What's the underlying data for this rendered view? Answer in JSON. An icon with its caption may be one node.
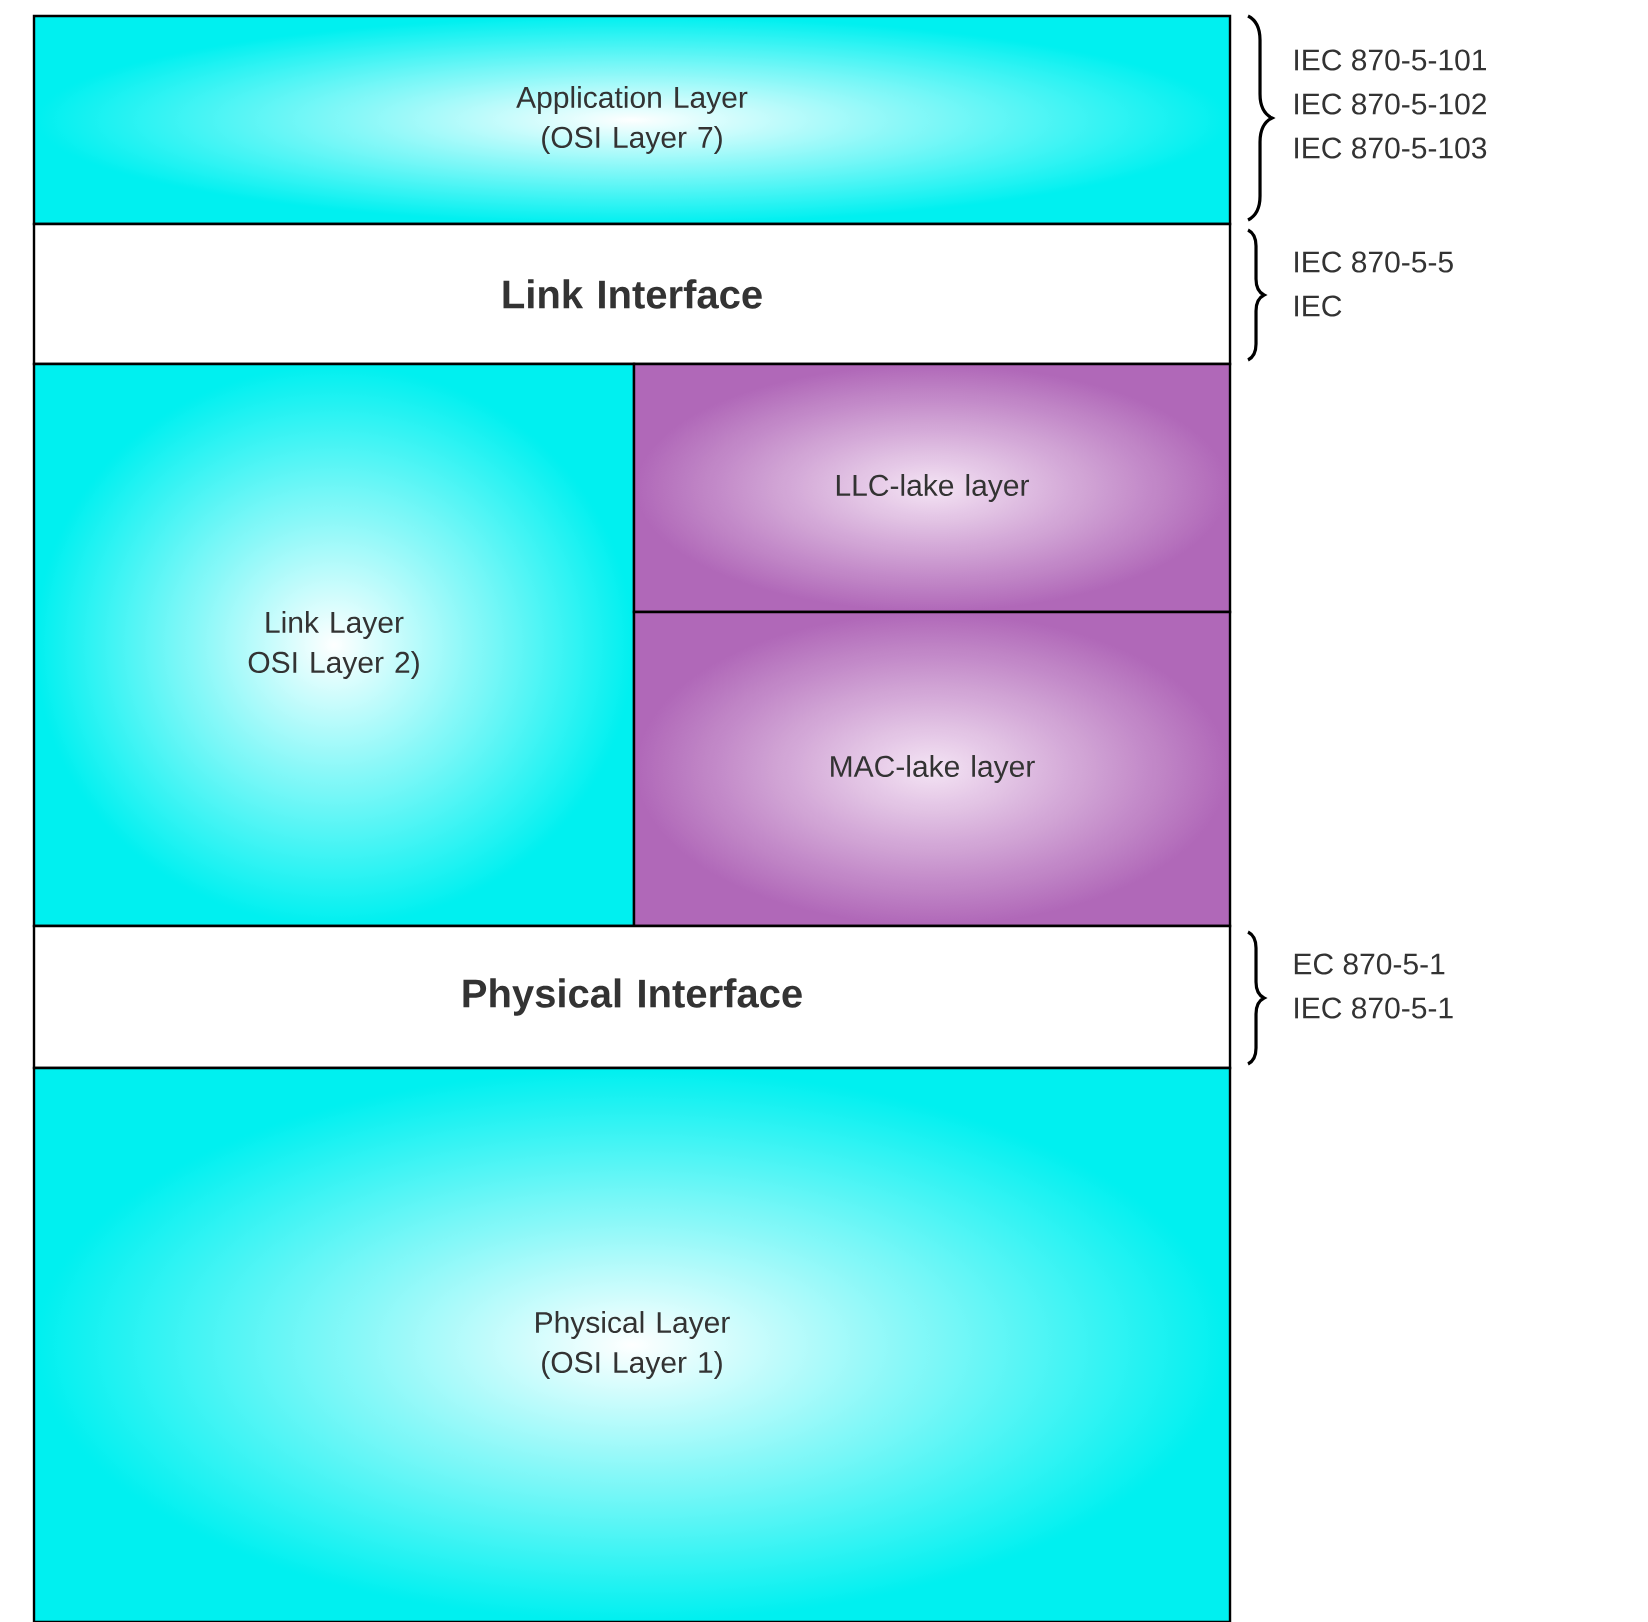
{
  "diagram": {
    "nodes": [
      {
        "text": [
          "Application Layer (OSI Layer 7)"
        ]
      },
      {
        "text": [
          "Link Interface"
        ]
      },
      {
        "text": [
          "Link Layer OSI Layer 2)"
        ]
      },
      {
        "text": [
          "LLC-lake layer"
        ]
      },
      {
        "text": [
          "MAC-lake layer"
        ]
      },
      {
        "text": [
          "Physical Interface"
        ]
      },
      {
        "text": [
          "Physical Layer (OSI Layer 1)"
        ]
      }
    ],
    "labels": [
      "IEC 870-5-101",
      "IEC 870-5-102",
      "IEC 870-5-103",
      "IEC 870-5-5",
      "IEC",
      "EC 870-5-1",
      "IEC 870-5-1"
    ]
  }
}
